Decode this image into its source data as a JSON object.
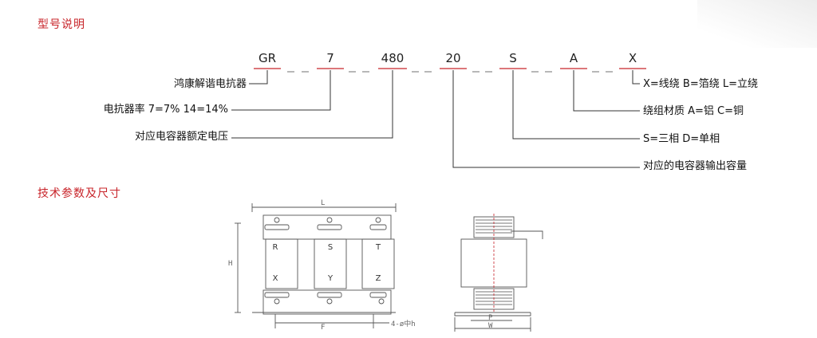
{
  "section_model": {
    "title": "型号说明"
  },
  "section_spec": {
    "title": "技术参数及尺寸"
  },
  "model_code": [
    "GR",
    "7",
    "480",
    "20",
    "S",
    "A",
    "X"
  ],
  "left_labels": [
    "鸿康解谐电抗器",
    "电抗器率 7=7%  14=14%",
    "对应电容器额定电压"
  ],
  "right_labels": [
    "X=线绕 B=箔绕 L=立绕",
    "绕组材质 A=铝  C=铜",
    "S=三相  D=单相",
    "对应的电容器输出容量"
  ],
  "drawing": {
    "terminals_top": [
      "R",
      "S",
      "T"
    ],
    "terminals_bottom": [
      "X",
      "Y",
      "Z"
    ],
    "dim_L": "L",
    "dim_H": "H",
    "dim_F": "F",
    "dim_hole": "4-ø中h",
    "dim_P": "P",
    "dim_W": "W"
  },
  "colors": {
    "accent": "#c8242a",
    "line": "#333333"
  }
}
